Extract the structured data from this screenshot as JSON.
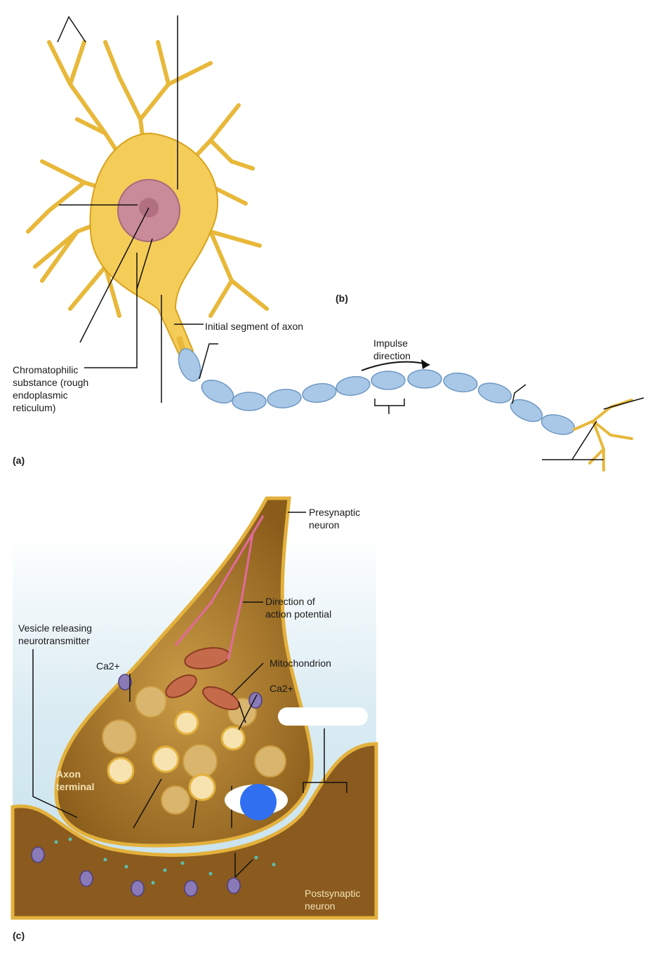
{
  "panels": {
    "a": "(a)",
    "b": "(b)",
    "c": "(c)"
  },
  "neuron_labels": {
    "chromatophilic": "Chromatophilic\nsubstance (rough\nendoplasmic\nreticulum)",
    "initial_segment": "Initial segment of axon",
    "impulse_direction": "Impulse\ndirection"
  },
  "synapse_labels": {
    "presynaptic": "Presynaptic\nneuron",
    "direction_ap": "Direction of\naction potential",
    "vesicle_releasing": "Vesicle releasing\nneurotransmitter",
    "ca_left": "Ca2+",
    "mitochondrion": "Mitochondrion",
    "ca_right": "Ca2+",
    "axon_terminal": "Axon\nterminal",
    "postsynaptic": "Postsynaptic\nneuron"
  },
  "colors": {
    "neuron_yellow": "#f2c94c",
    "neuron_outline": "#d9a21c",
    "nucleus": "#c98a9a",
    "myelin": "#a9c8e8",
    "synapse_brown": "#b8862e",
    "cleft_blue": "#cde6ef",
    "marker_blue": "#2f6ff0"
  }
}
